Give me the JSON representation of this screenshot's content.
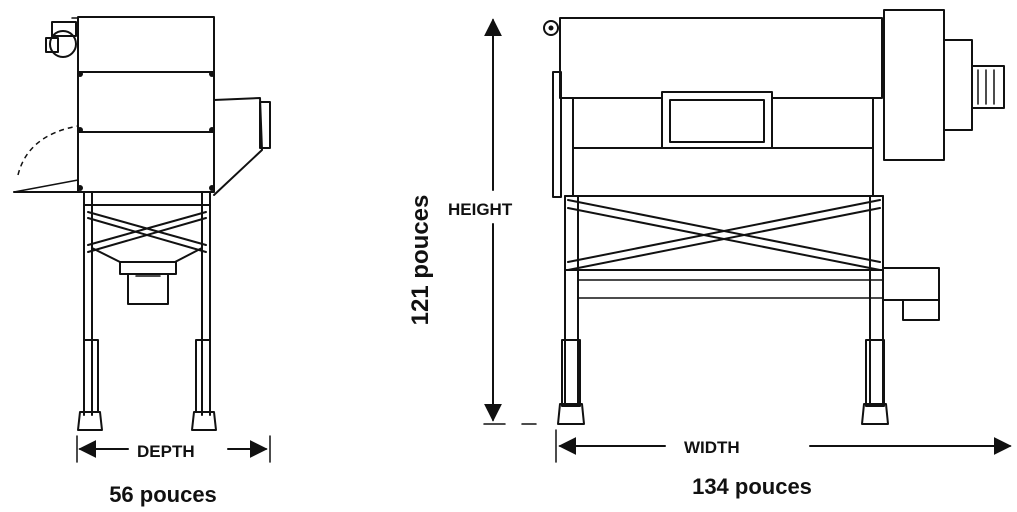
{
  "labels": {
    "height": "HEIGHT",
    "width": "WIDTH",
    "depth": "DEPTH"
  },
  "dimensions": {
    "height": "121 pouces",
    "width": "134 pouces",
    "depth": "56 pouces"
  },
  "colors": {
    "ink": "#111111",
    "paper": "#ffffff"
  }
}
